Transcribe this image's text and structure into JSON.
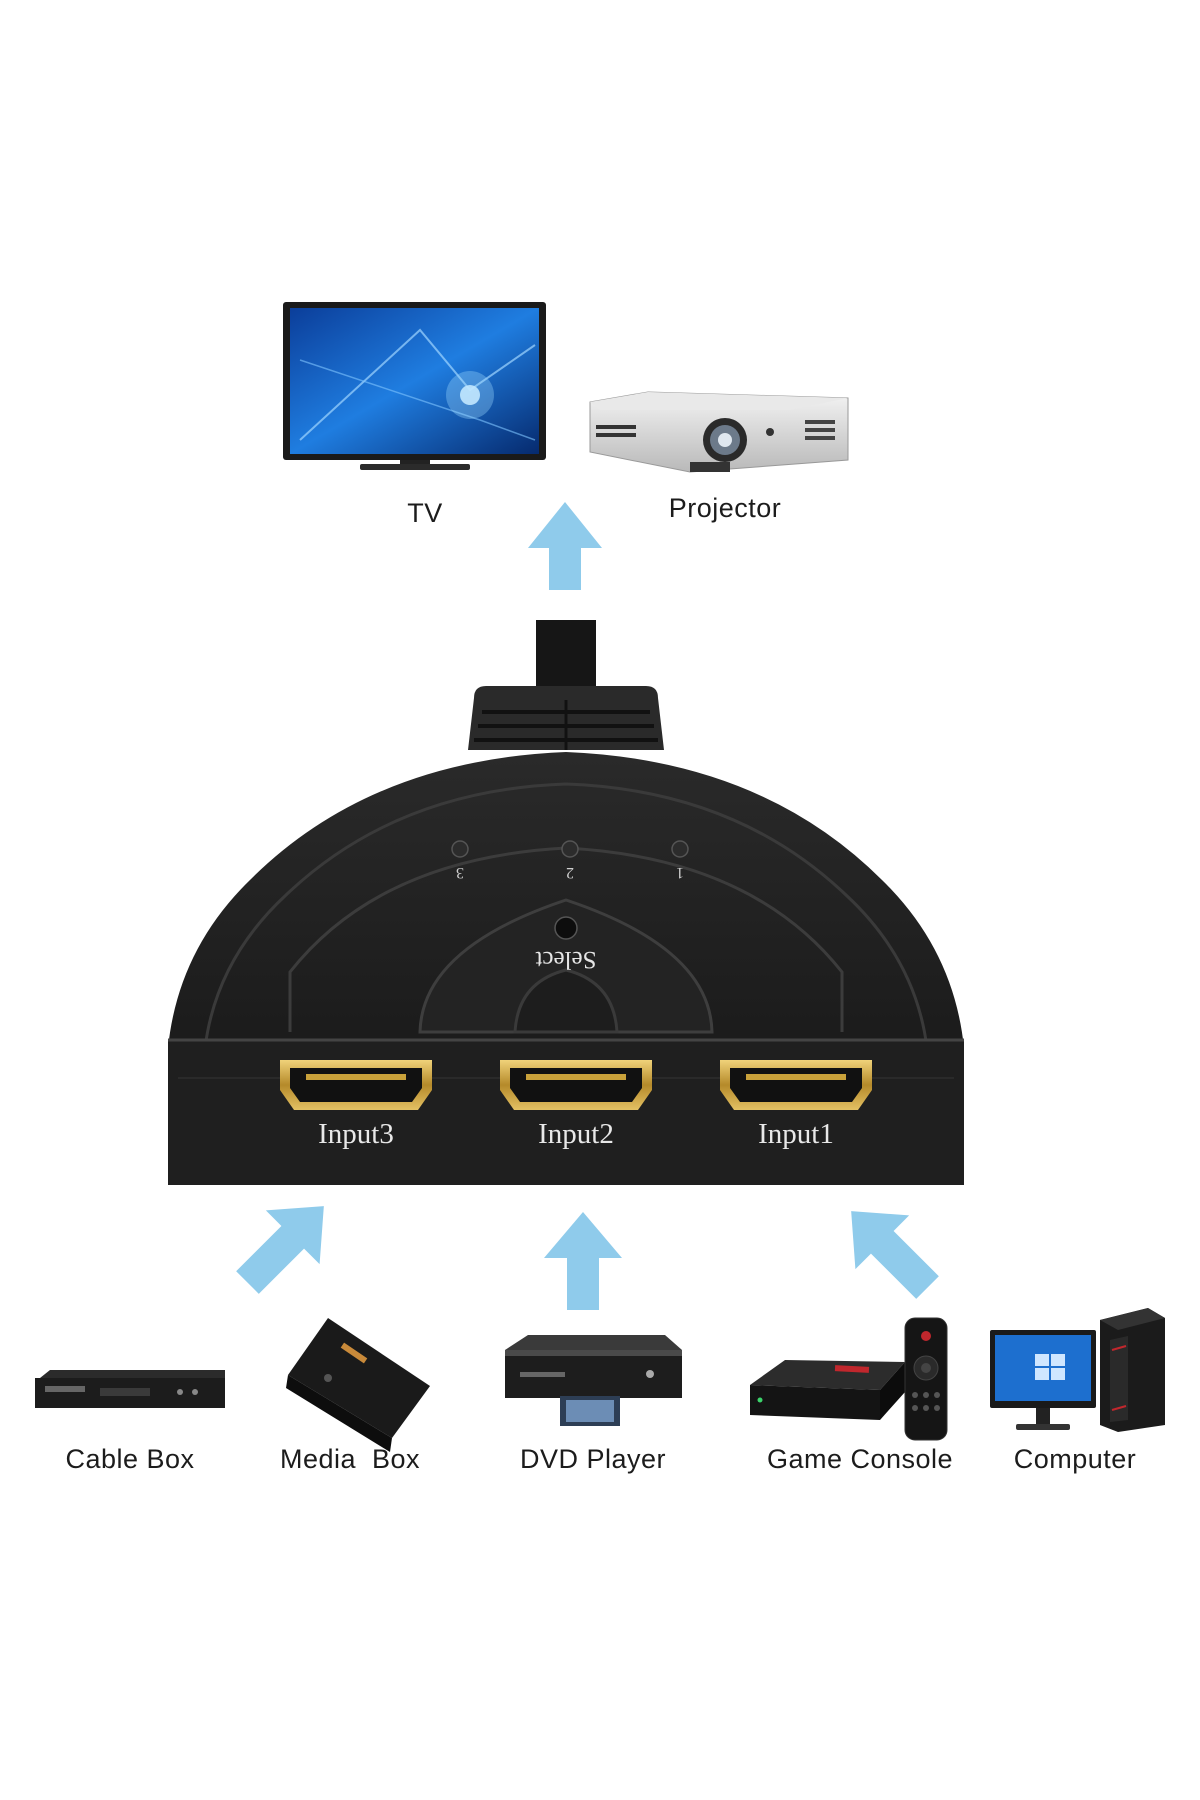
{
  "outputs": {
    "tv_label": "TV",
    "projector_label": "Projector"
  },
  "switch": {
    "ports": [
      "Input3",
      "Input2",
      "Input1"
    ],
    "leds": [
      "3",
      "2",
      "1"
    ],
    "select_label": "Select"
  },
  "sources": [
    {
      "label": "Cable Box"
    },
    {
      "label": "Media  Box"
    },
    {
      "label": "DVD Player"
    },
    {
      "label": "Game Console"
    },
    {
      "label": "Computer"
    }
  ],
  "colors": {
    "arrow": "#8fcbeb",
    "device_body": "#1a1a1a",
    "port_gold": "#c9a13a"
  },
  "icons": {
    "tv": "tv-icon",
    "projector": "projector-icon",
    "arrow": "arrow-icon",
    "switch": "hdmi-switch-icon",
    "cable_box": "cable-box-icon",
    "media_box": "media-box-icon",
    "dvd_player": "dvd-player-icon",
    "game_console": "game-console-icon",
    "computer": "computer-icon"
  }
}
